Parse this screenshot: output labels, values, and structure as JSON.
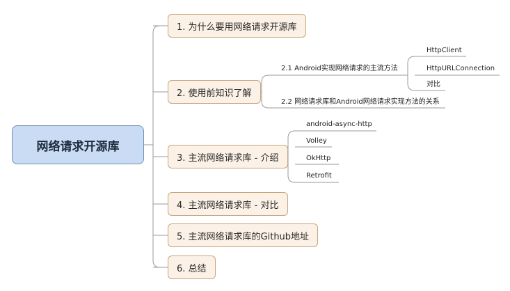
{
  "root": {
    "label": "网络请求开源库"
  },
  "topics": [
    {
      "label": "1. 为什么要用网络请求开源库"
    },
    {
      "label": "2. 使用前知识了解"
    },
    {
      "label": "3. 主流网络请求库 - 介绍"
    },
    {
      "label": "4. 主流网络请求库 - 对比"
    },
    {
      "label": "5. 主流网络请求库的Github地址"
    },
    {
      "label": "6. 总结"
    }
  ],
  "topic2_subs": [
    {
      "label": "2.1 Android实现网络请求的主流方法"
    },
    {
      "label": "2.2 网络请求库和Android网络请求实现方法的关系"
    }
  ],
  "topic2_1_leaves": [
    {
      "label": "HttpClient"
    },
    {
      "label": "HttpURLConnection"
    },
    {
      "label": "对比"
    }
  ],
  "topic3_leaves": [
    {
      "label": "android-async-http"
    },
    {
      "label": "Volley"
    },
    {
      "label": "OkHttp"
    },
    {
      "label": "Retrofit"
    }
  ],
  "colors": {
    "line": "#9a9a9a",
    "root_fill": "#c9dcf3",
    "topic_fill": "#fbf1e6"
  }
}
